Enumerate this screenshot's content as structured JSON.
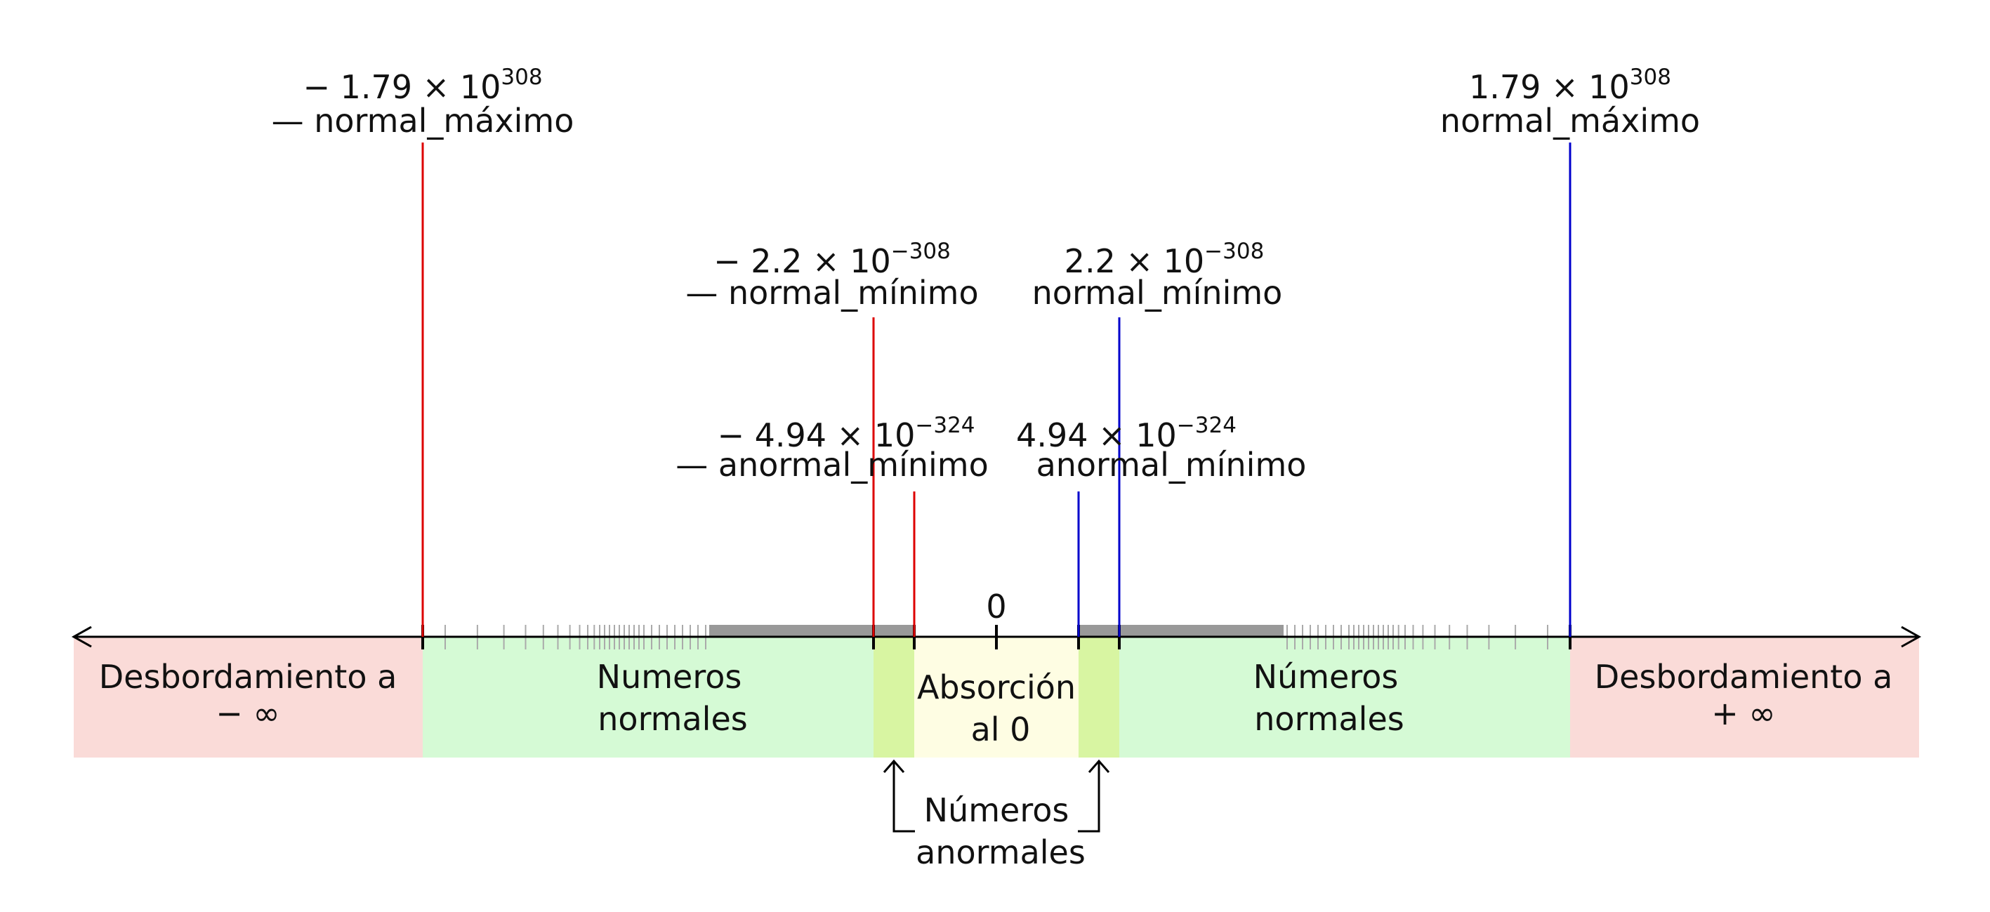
{
  "diagram": {
    "zero_label": "0",
    "regions": {
      "overflow_negative": {
        "line1": "Desbordamiento a",
        "line2": "− ∞",
        "color": "#fadbd8"
      },
      "normal_negative": {
        "line1": "Numeros",
        "line2": "normales",
        "color": "#d5fad5"
      },
      "subnormal_negative": {
        "color": "#d8f5a2"
      },
      "underflow": {
        "line1": "Absorción",
        "line2": "al 0",
        "color": "#fefde3"
      },
      "subnormal_positive": {
        "color": "#d8f5a2"
      },
      "normal_positive": {
        "line1": "Números",
        "line2": "normales",
        "color": "#d5fad5"
      },
      "overflow_positive": {
        "line1": "Desbordamiento a",
        "line2": "+ ∞",
        "color": "#fadbd8"
      }
    },
    "subnormal_callout": {
      "line1": "Números",
      "line2": "anormales"
    },
    "markers": {
      "neg_max": {
        "mantissa": "− 1.79 × 10",
        "exponent": "308",
        "name": "— normal_máximo",
        "color": "#dd0000"
      },
      "neg_min": {
        "mantissa": "− 2.2 × 10",
        "exponent": "−308",
        "name": "— normal_mínimo",
        "color": "#dd0000"
      },
      "neg_denorm": {
        "mantissa": "− 4.94 × 10",
        "exponent": "−324",
        "name": "— anormal_mínimo",
        "color": "#dd0000"
      },
      "pos_denorm": {
        "mantissa": "4.94 × 10",
        "exponent": "−324",
        "name": "anormal_mínimo",
        "color": "#0000cc"
      },
      "pos_min": {
        "mantissa": "2.2 × 10",
        "exponent": "−308",
        "name": "normal_mínimo",
        "color": "#0000cc"
      },
      "pos_max": {
        "mantissa": "1.79 × 10",
        "exponent": "308",
        "name": "normal_máximo",
        "color": "#0000cc"
      }
    }
  }
}
